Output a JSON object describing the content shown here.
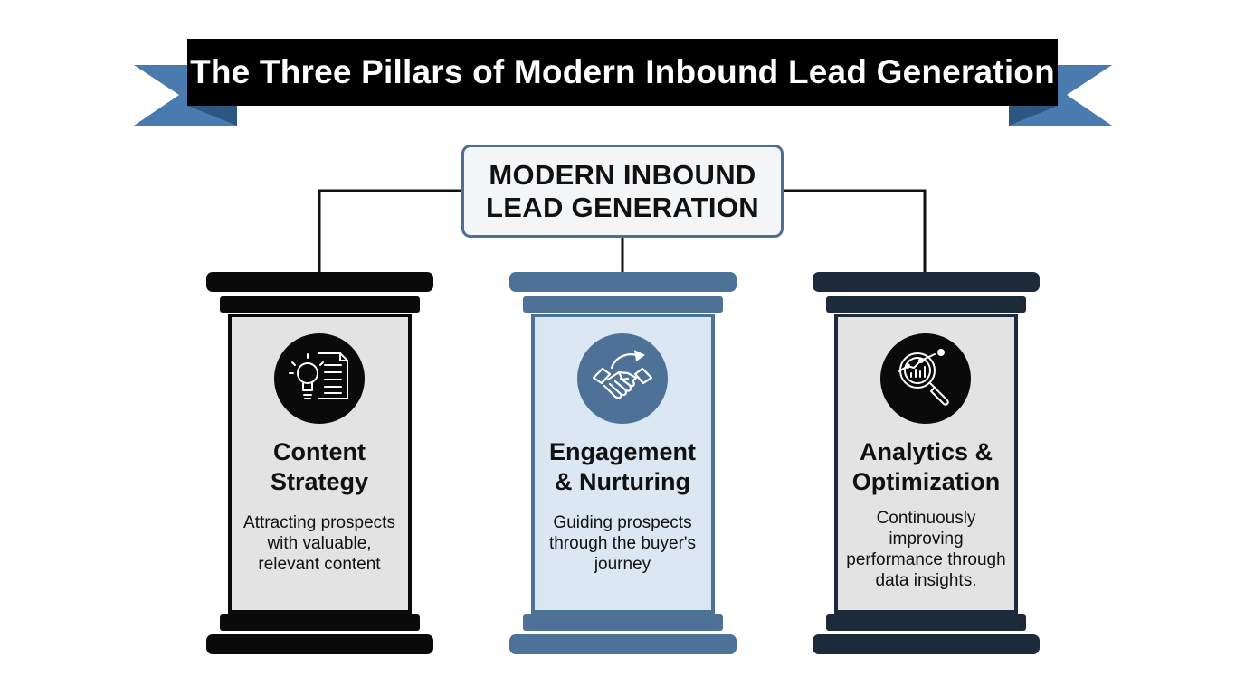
{
  "banner": {
    "title": "The Three Pillars of Modern Inbound Lead Generation",
    "ribbon_color": "#4a7bb0",
    "band_color": "#000000"
  },
  "center": {
    "label": "MODERN INBOUND\nLEAD GENERATION",
    "border_color": "#4f6f92"
  },
  "pillars": [
    {
      "title": "Content\nStrategy",
      "description": "Attracting prospects\nwith valuable,\nrelevant content",
      "icon": "lightbulb-document-icon",
      "cap_color": "#0a0a0a",
      "shaft_color": "#e3e3e3",
      "icon_bg": "#0a0a0a"
    },
    {
      "title": "Engagement\n& Nurturing",
      "description": "Guiding prospects\nthrough the buyer's\njourney",
      "icon": "handshake-icon",
      "cap_color": "#4e7197",
      "shaft_color": "#dbe7f3",
      "icon_bg": "#4e7197"
    },
    {
      "title": "Analytics &\nOptimization",
      "description": "Continuously\nimproving\nperformance through\ndata insights.",
      "icon": "analytics-magnifier-icon",
      "cap_color": "#1d2a39",
      "shaft_color": "#e3e3e3",
      "icon_bg": "#0a0a0a"
    }
  ]
}
